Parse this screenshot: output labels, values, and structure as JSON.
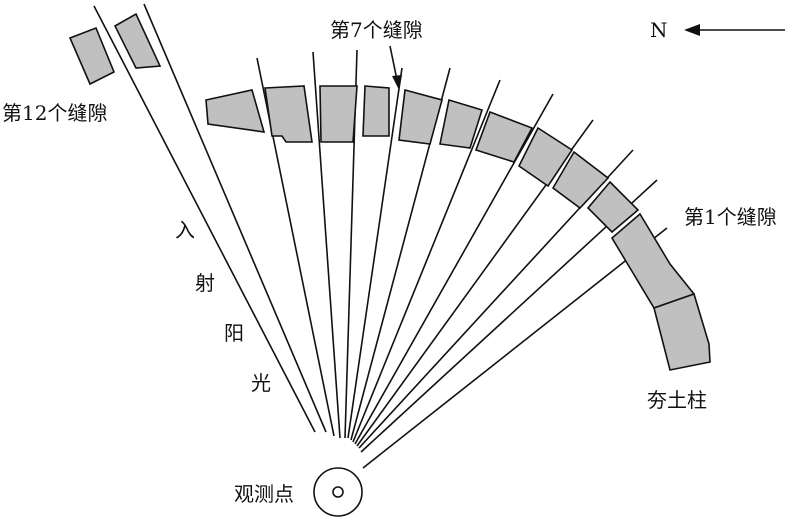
{
  "labels": {
    "north": "N",
    "gap_7": "第7个缝隙",
    "gap_12": "第12个缝隙",
    "gap_1": "第1个缝隙",
    "pillars": "夯土柱",
    "observer": "观测点",
    "incident_light": [
      "入",
      "射",
      "阳",
      "光"
    ]
  },
  "colors": {
    "pillar_fill": "#c0c0c0",
    "stroke": "#111111",
    "background": "#ffffff"
  }
}
